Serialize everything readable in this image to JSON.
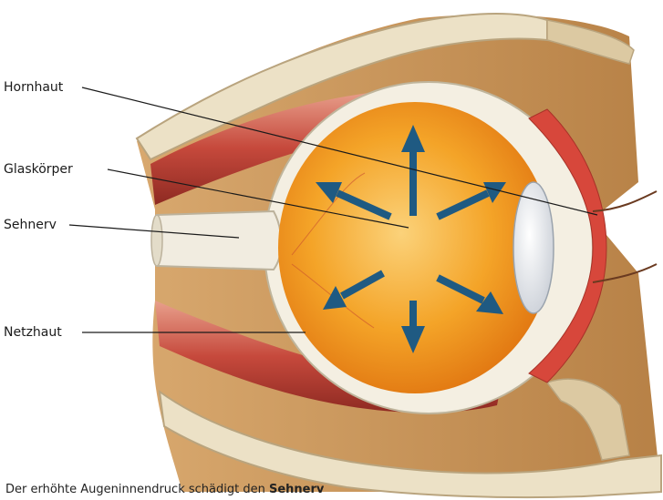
{
  "labels": {
    "cornea": "Hornhaut",
    "vitreous": "Glaskörper",
    "optic_nerve": "Sehnerv",
    "retina": "Netzhaut"
  },
  "caption": {
    "text": "Der erhöhte Augeninnendruck schädigt den ",
    "bold": "Sehnerv"
  },
  "colors": {
    "arrow": "#1f5a82",
    "eyeball": "#f29a1e",
    "sclera": "#f4efe2",
    "muscle": "#c8564a",
    "bone": "#e9dcc0",
    "tissue": "#c8955b"
  }
}
